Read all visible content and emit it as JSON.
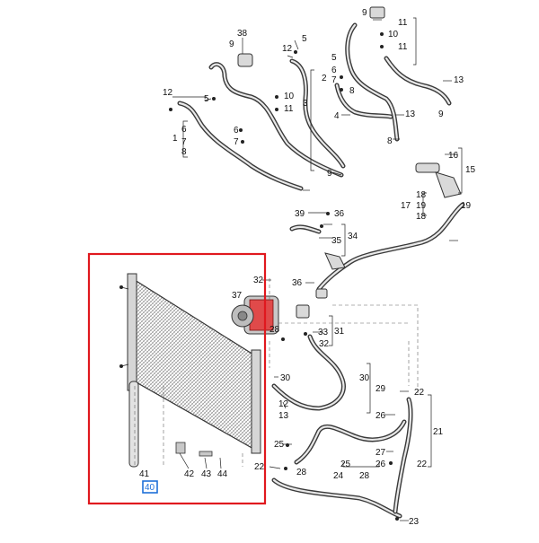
{
  "callouts": {
    "n1": "1",
    "n2": "2",
    "n3": "3",
    "n4": "4",
    "n5": "5",
    "n6": "6",
    "n7": "7",
    "n8": "8",
    "n9": "9",
    "n10": "10",
    "n11": "11",
    "n12": "12",
    "n13": "13",
    "n15": "15",
    "n16": "16",
    "n17": "17",
    "n18": "18",
    "n19": "19",
    "n21": "21",
    "n22": "22",
    "n23": "23",
    "n24": "24",
    "n25": "25",
    "n26": "26",
    "n27": "27",
    "n28": "28",
    "n29": "29",
    "n30": "30",
    "n31": "31",
    "n32": "32",
    "n33": "33",
    "n34": "34",
    "n35": "35",
    "n36": "36",
    "n37": "37",
    "n38": "38",
    "n39": "39",
    "n40": "40",
    "n41": "41",
    "n42": "42",
    "n43": "43",
    "n44": "44"
  },
  "highlight": {
    "box_color": "#e0181e",
    "selected_callout": "40",
    "selected_color": "#1e6fd8"
  }
}
